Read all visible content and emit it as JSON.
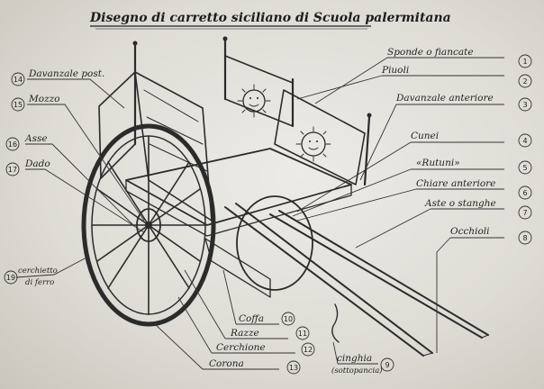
{
  "title": "Disegno di carretto siciliano di Scuola palermitana",
  "labels": {
    "davanzale_post": "Davanzale post.",
    "mozzo": "Mozzo",
    "asse": "Asse",
    "dado": "Dado",
    "cerchietto": "cerchietto",
    "cerchietto2": "di ferro",
    "sponde": "Sponde o fiancate",
    "piuoli": "Piuoli",
    "davanzale_ant": "Davanzale anteriore",
    "cunei": "Cunei",
    "rutuni": "«Rutuni»",
    "chiare": "Chiare anteriore",
    "aste": "Aste o stanghe",
    "occhioli": "Occhioli",
    "coffa": "Coffa",
    "razze": "Razze",
    "cerchione": "Cerchione",
    "corona": "Corona",
    "cinghia": "cinghia",
    "cinghia2": "(sottopancia)"
  },
  "numbers": {
    "n1": "1",
    "n2": "2",
    "n3": "3",
    "n4": "4",
    "n5": "5",
    "n6": "6",
    "n7": "7",
    "n8": "8",
    "n9": "9",
    "n10": "10",
    "n11": "11",
    "n12": "12",
    "n13": "13",
    "n14": "14",
    "n15": "15",
    "n16": "16",
    "n17": "17",
    "n19": "19"
  }
}
